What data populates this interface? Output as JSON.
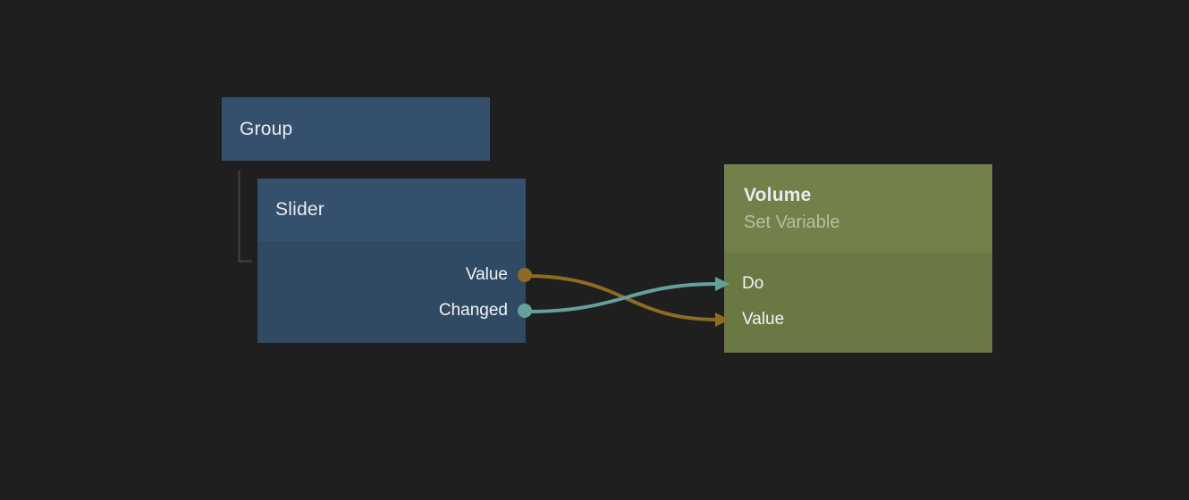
{
  "colors": {
    "canvas-bg": "#1f1f1f",
    "node-blue-header": "#35506c",
    "node-blue-body": "#314a64",
    "node-green-header": "#738049",
    "node-green-body": "#6a7843",
    "wire-orange": "#8e6b22",
    "wire-teal": "#64a19b",
    "group-link": "#424242",
    "node-title": "#e9ebee",
    "node-subtitle": "#b7bfa4",
    "port-label": "#f2f4f6"
  },
  "nodes": {
    "group": {
      "title": "Group"
    },
    "slider": {
      "title": "Slider",
      "outputs": [
        {
          "label": "Value",
          "port_color": "#8e6b22"
        },
        {
          "label": "Changed",
          "port_color": "#64a19b"
        }
      ]
    },
    "volume": {
      "title": "Volume",
      "subtitle": "Set Variable",
      "inputs": [
        {
          "label": "Do",
          "port_color": "#64a19b"
        },
        {
          "label": "Value",
          "port_color": "#8e6b22"
        }
      ]
    }
  },
  "connections": [
    {
      "from": "Slider.Value",
      "to": "Volume.Value",
      "color": "#8e6b22"
    },
    {
      "from": "Slider.Changed",
      "to": "Volume.Do",
      "color": "#64a19b"
    }
  ]
}
